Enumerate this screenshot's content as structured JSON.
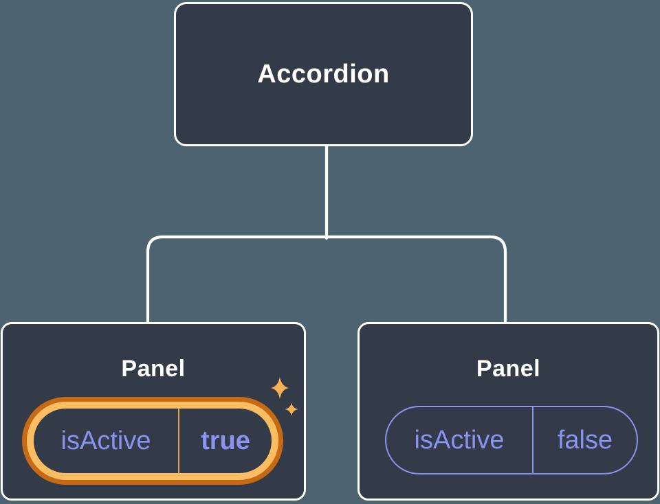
{
  "tree": {
    "root": {
      "label": "Accordion"
    },
    "children": [
      {
        "label": "Panel",
        "prop": {
          "name": "isActive",
          "value": "true"
        },
        "highlighted": true
      },
      {
        "label": "Panel",
        "prop": {
          "name": "isActive",
          "value": "false"
        },
        "highlighted": false
      }
    ]
  },
  "icons": {
    "sparkle": "four-point-star"
  },
  "colors": {
    "background": "#4d6470",
    "card_fill": "#343b48",
    "card_border": "#ffffff",
    "connector": "#ffffff",
    "state_text": "#8b92f2",
    "highlight_ring_outer": "#c76a15",
    "highlight_ring_inner": "#fabd62",
    "highlight_divider": "#e0a24e",
    "sparkle": "#f6b152"
  }
}
